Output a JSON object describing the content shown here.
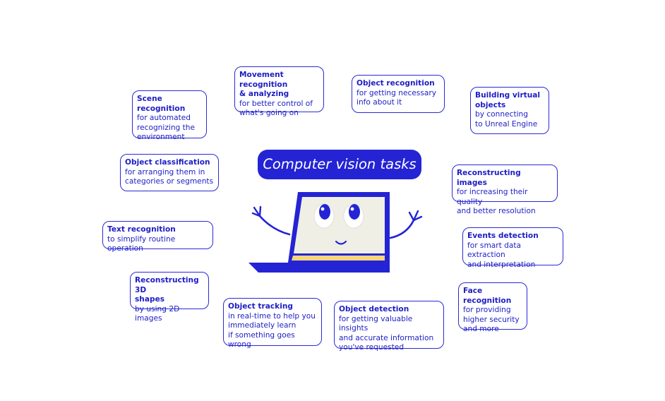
{
  "diagram": {
    "title": "Computer vision tasks",
    "colors": {
      "accent": "#2424d4",
      "screen": "#efefe6",
      "keyboard_band": "#f6d57b"
    },
    "tasks": [
      {
        "title": "Movement recognition\n& analyzing",
        "desc": "for better control of\nwhat's going on"
      },
      {
        "title": "Object recognition",
        "desc": "for getting necessary\ninfo about it"
      },
      {
        "title": "Scene recognition",
        "desc": "for automated\nrecognizing the\nenvironment"
      },
      {
        "title": "Building virtual\nobjects",
        "desc": "by connecting\nto Unreal Engine"
      },
      {
        "title": "Object classification",
        "desc": "for arranging them in\ncategories or segments"
      },
      {
        "title": "Reconstructing images",
        "desc": "for increasing their quality\nand better resolution"
      },
      {
        "title": "Text recognition",
        "desc": "to simplify routine operation"
      },
      {
        "title": "Events detection",
        "desc": "for smart data extraction\nand interpretation"
      },
      {
        "title": "Reconstructing 3D\nshapes",
        "desc": "by using 2D images"
      },
      {
        "title": "Face recognition",
        "desc": "for providing\nhigher security\nand more"
      },
      {
        "title": "Object tracking",
        "desc": "in real-time to help you\nimmediately learn\nif something goes wrong"
      },
      {
        "title": "Object detection",
        "desc": "for getting valuable insights\nand accurate information\nyou've requested"
      }
    ]
  }
}
